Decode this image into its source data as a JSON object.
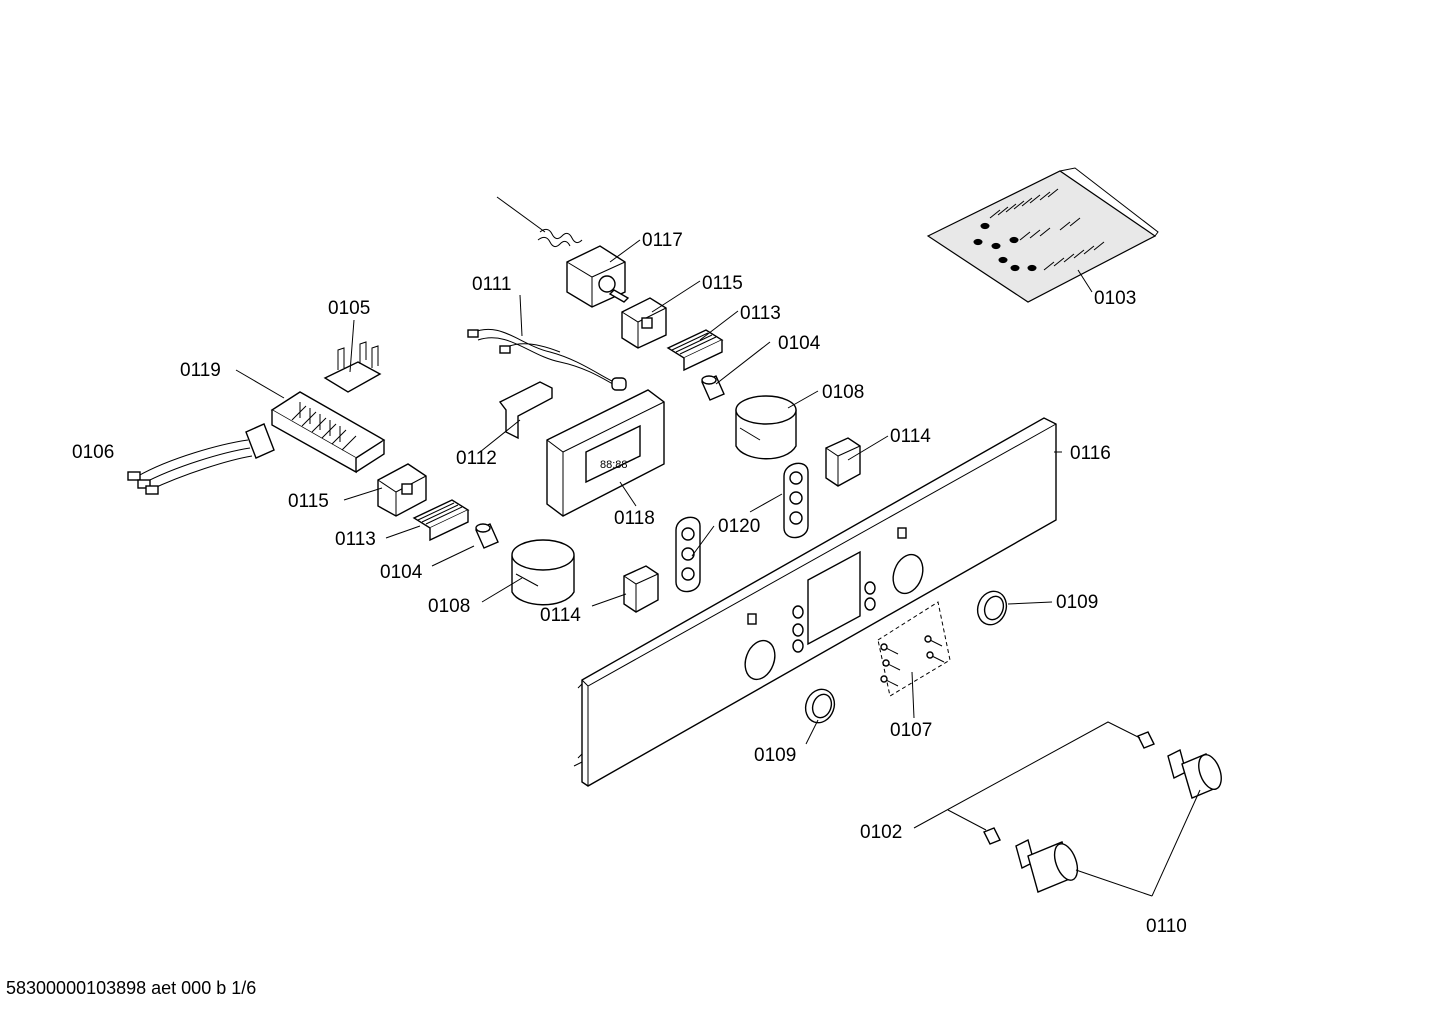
{
  "callouts": [
    {
      "id": "c0117",
      "label": "0117"
    },
    {
      "id": "c0111",
      "label": "0111"
    },
    {
      "id": "c0115a",
      "label": "0115"
    },
    {
      "id": "c0113a",
      "label": "0113"
    },
    {
      "id": "c0104a",
      "label": "0104"
    },
    {
      "id": "c0105",
      "label": "0105"
    },
    {
      "id": "c0119",
      "label": "0119"
    },
    {
      "id": "c0108a",
      "label": "0108"
    },
    {
      "id": "c0114a",
      "label": "0114"
    },
    {
      "id": "c0116",
      "label": "0116"
    },
    {
      "id": "c0106",
      "label": "0106"
    },
    {
      "id": "c0112",
      "label": "0112"
    },
    {
      "id": "c0115b",
      "label": "0115"
    },
    {
      "id": "c0118",
      "label": "0118"
    },
    {
      "id": "c0120",
      "label": "0120"
    },
    {
      "id": "c0113b",
      "label": "0113"
    },
    {
      "id": "c0104b",
      "label": "0104"
    },
    {
      "id": "c0108b",
      "label": "0108"
    },
    {
      "id": "c0114b",
      "label": "0114"
    },
    {
      "id": "c0109a",
      "label": "0109"
    },
    {
      "id": "c0109b",
      "label": "0109"
    },
    {
      "id": "c0107",
      "label": "0107"
    },
    {
      "id": "c0102",
      "label": "0102"
    },
    {
      "id": "c0110",
      "label": "0110"
    },
    {
      "id": "c0103",
      "label": "0103"
    }
  ],
  "footer": {
    "text": "58300000103898 aet 000 b 1/6"
  }
}
